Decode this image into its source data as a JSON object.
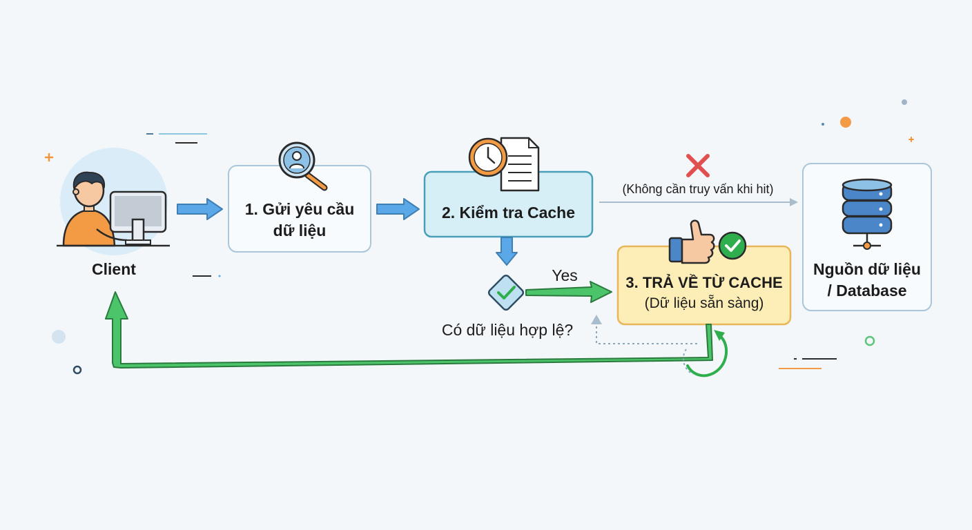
{
  "client": {
    "label": "Client"
  },
  "step1": {
    "line1": "1. Gửi yêu cầu",
    "line2": "dữ liệu"
  },
  "step2": {
    "label": "2. Kiểm tra Cache"
  },
  "step3": {
    "title": "3. TRẢ VỀ TỪ CACHE",
    "subtitle": "(Dữ liệu sẵn sàng)"
  },
  "database": {
    "line1": "Nguồn dữ liệu",
    "line2": "/ Database"
  },
  "decision": {
    "question": "Có dữ liệu hợp lệ?",
    "yes_label": "Yes"
  },
  "bypass": {
    "note": "(Không cần truy vấn khi hit)"
  },
  "colors": {
    "flow_blue": "#5aa8e8",
    "cache_box_fill": "#d6eef5",
    "cache_box_border": "#4a9fb8",
    "result_box_fill": "#fdeeb8",
    "result_box_border": "#e8b65a",
    "return_arrow": "#4cc46a",
    "cross_red": "#e05050",
    "check_green": "#2fae4e"
  },
  "icons": {
    "client": "person-at-computer-icon",
    "step1": "user-search-icon",
    "step2": "clock-document-icon",
    "decision": "check-diamond-icon",
    "bypass": "red-cross-icon",
    "step3": "thumbs-up-check-icon",
    "database": "database-server-icon",
    "loop": "circular-arrow-icon"
  }
}
